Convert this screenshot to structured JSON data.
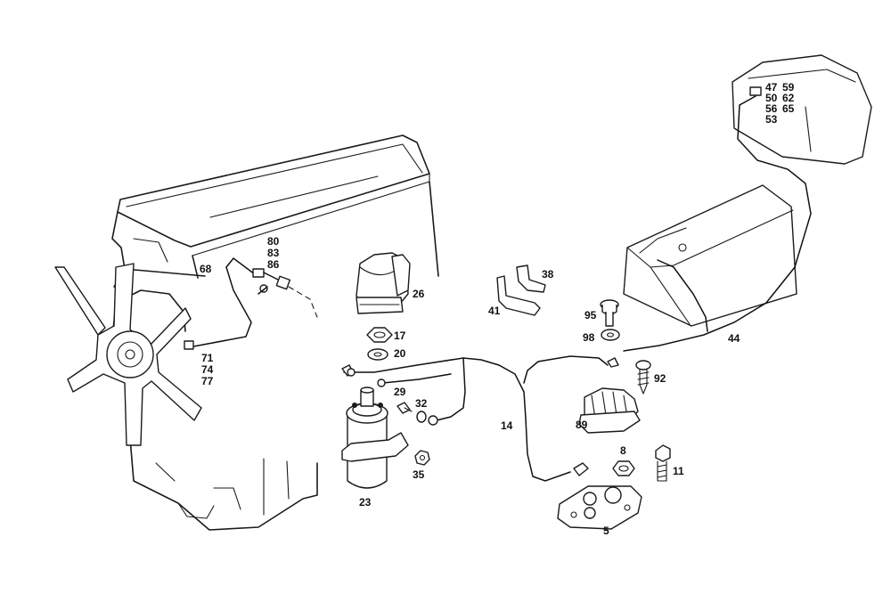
{
  "labels": {
    "p80": "80",
    "p83": "83",
    "p86": "86",
    "p68": "68",
    "p71": "71",
    "p74": "74",
    "p77": "77",
    "p26": "26",
    "p17": "17",
    "p20": "20",
    "p29": "29",
    "p32": "32",
    "p35": "35",
    "p23": "23",
    "p14": "14",
    "p38": "38",
    "p41": "41",
    "p95": "95",
    "p98": "98",
    "p92": "92",
    "p89": "89",
    "p8": "8",
    "p11": "11",
    "p5": "5",
    "p44": "44",
    "p47": "47",
    "p59": "59",
    "p50": "50",
    "p62": "62",
    "p56": "56",
    "p65": "65",
    "p53": "53"
  }
}
